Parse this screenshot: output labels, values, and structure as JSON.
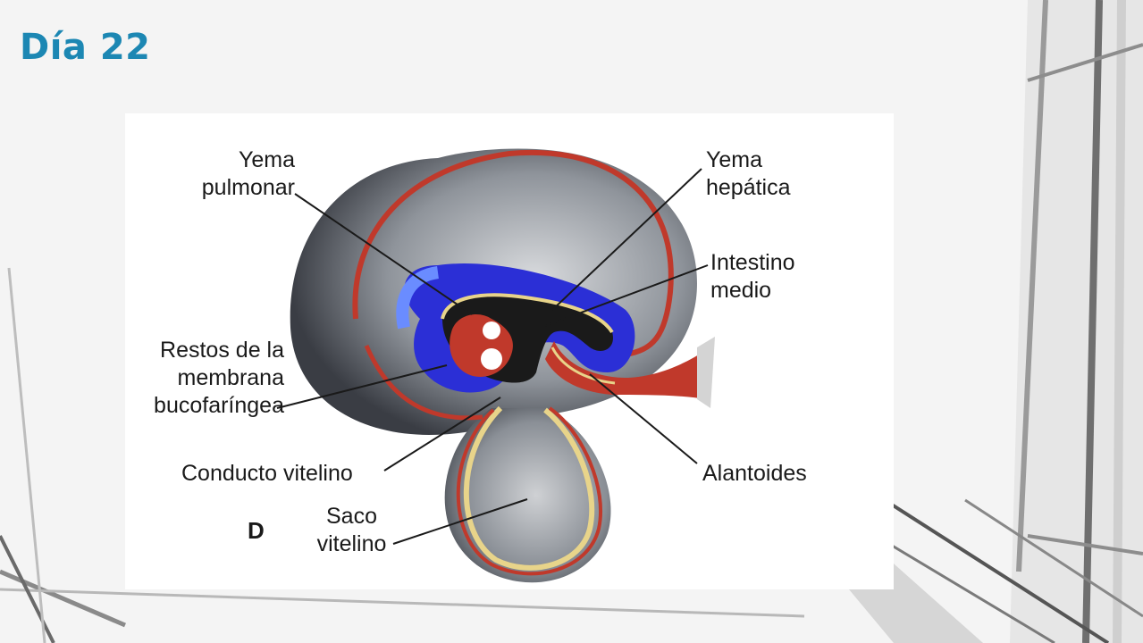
{
  "slide": {
    "title": "Día 22"
  },
  "figure": {
    "panel_letter": "D",
    "labels": {
      "yema_pulmonar": [
        "Yema",
        "pulmonar"
      ],
      "yema_hepatica": [
        "Yema",
        "hepática"
      ],
      "intestino_medio": [
        "Intestino",
        "medio"
      ],
      "restos_membrana": [
        "Restos de la",
        "membrana",
        "bucofaríngea"
      ],
      "conducto_vitelino": "Conducto vitelino",
      "alantoides": "Alantoides",
      "saco_vitelino": [
        "Saco",
        "vitelino"
      ]
    }
  },
  "colors": {
    "title": "#1c87b3",
    "amnion": "#c0392b",
    "endoderm": "#2b2fd6",
    "ectoderm_gray": "#8a8f96",
    "yolk_lining": "#e8d48a"
  }
}
